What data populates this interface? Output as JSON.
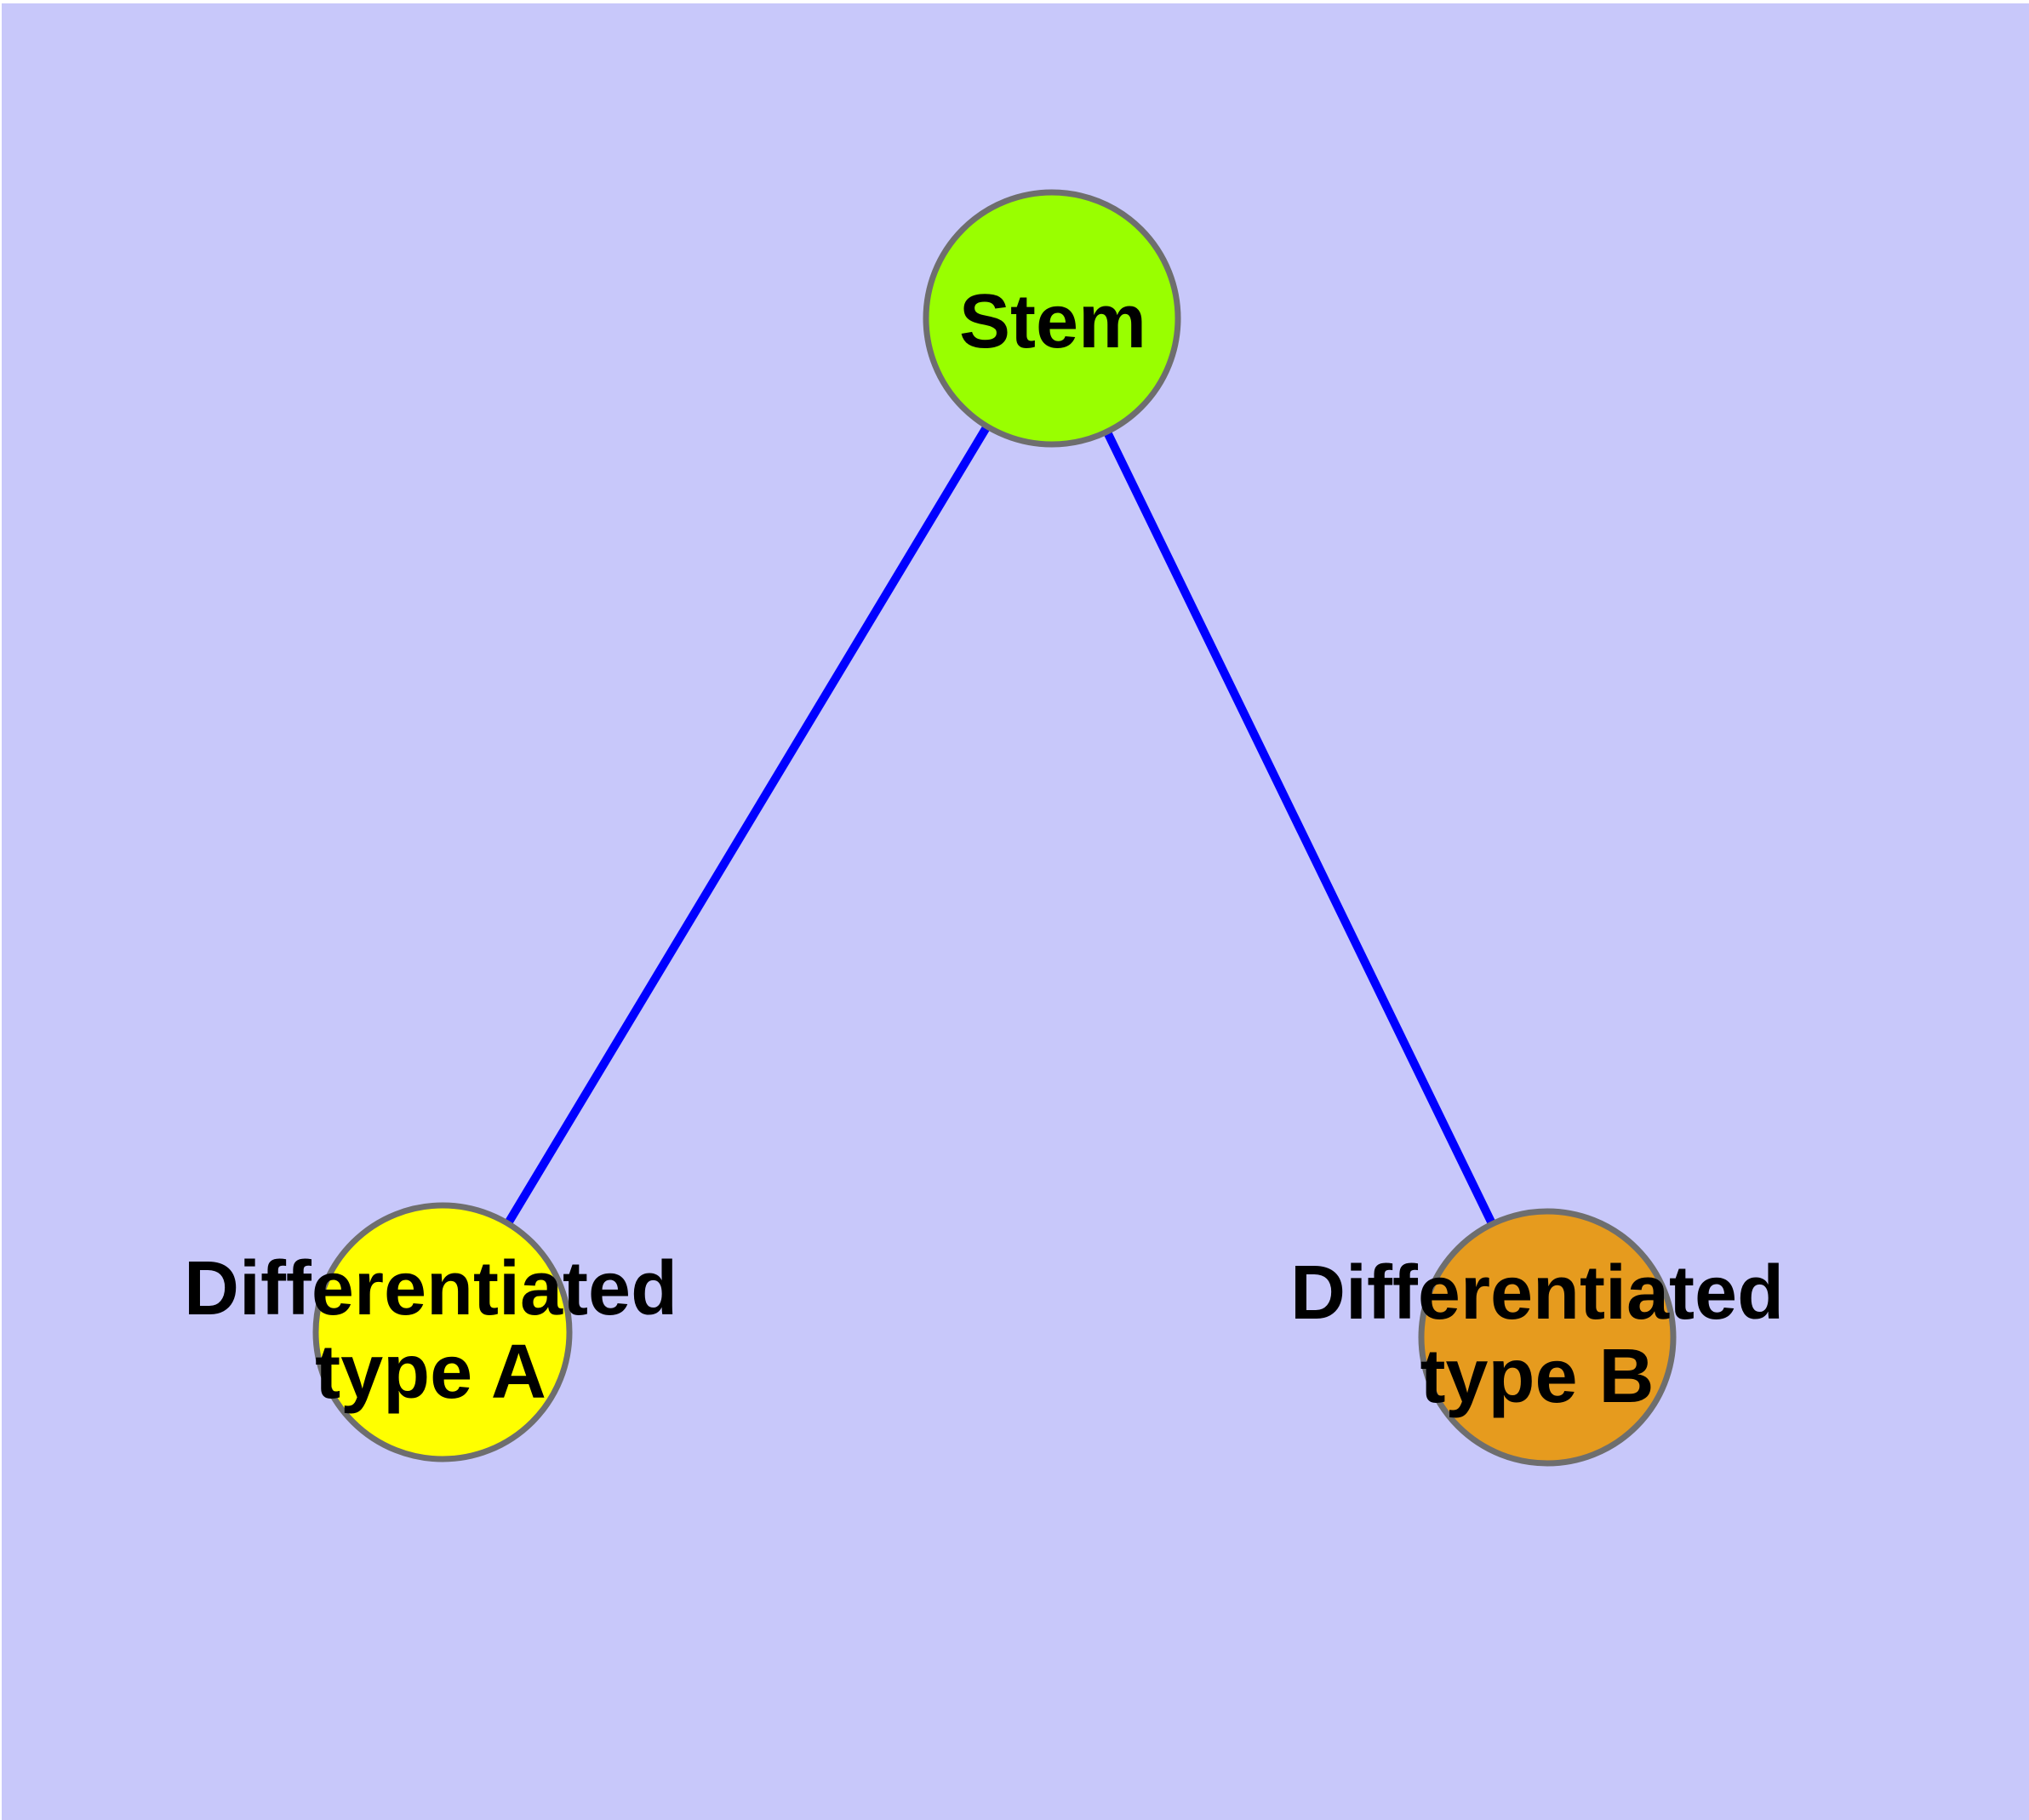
{
  "diagram": {
    "title": "",
    "background_color": "#c8c8fa",
    "page_color": "#ffffff",
    "edge_color": "#0000ff",
    "node_border_color": "#6e6e6e",
    "label_color": "#000000",
    "nodes": [
      {
        "id": "stem",
        "label": "Stem",
        "fill_color": "#99ff00"
      },
      {
        "id": "differentiated-type-a",
        "label": "Differentiated type A",
        "label_line1": "Differentiated",
        "label_line2": "type A",
        "fill_color": "#ffff00"
      },
      {
        "id": "differentiated-type-b",
        "label": "Differentiated type B",
        "label_line1": "Differentiated",
        "label_line2": "type B",
        "fill_color": "#e69b1e"
      }
    ],
    "edges": [
      {
        "from": "stem",
        "to": "differentiated-type-a"
      },
      {
        "from": "stem",
        "to": "differentiated-type-b"
      }
    ]
  }
}
